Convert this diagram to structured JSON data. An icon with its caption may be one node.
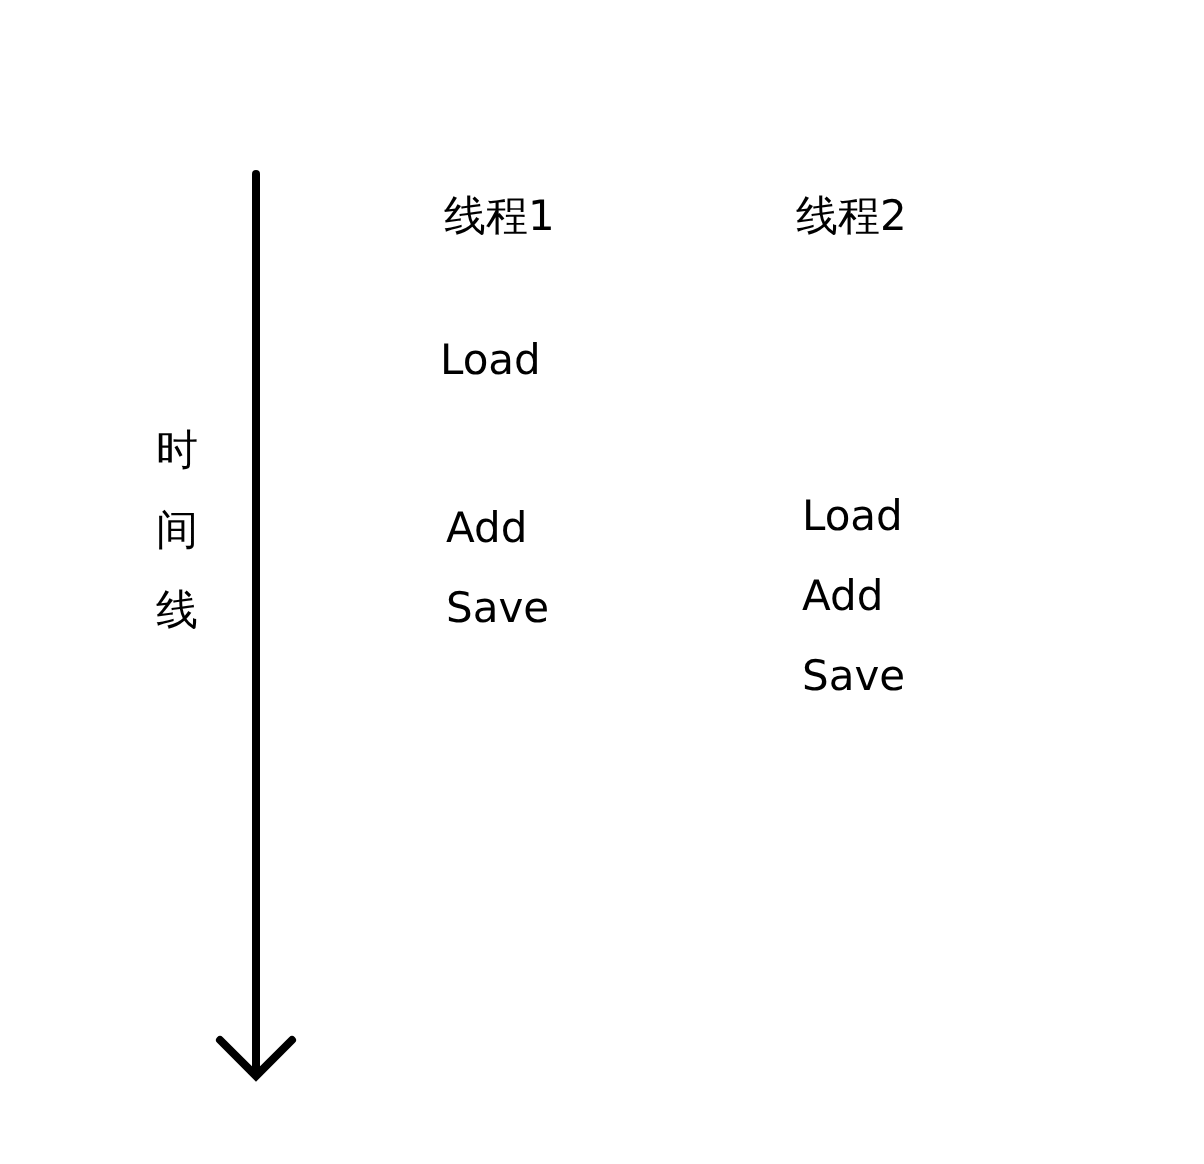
{
  "diagram": {
    "labels": [
      "线程1",
      "线程2",
      "时间线",
      "Load",
      "Add",
      "Save",
      "Load",
      "Add",
      "Save"
    ]
  }
}
